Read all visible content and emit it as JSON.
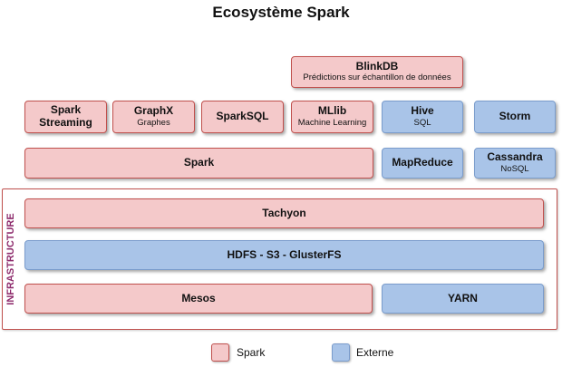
{
  "title": "Ecosystème Spark",
  "colors": {
    "spark": "#f4c9ca",
    "spark_border": "#c0504d",
    "externe": "#a9c4e8",
    "externe_border": "#7a9ccc",
    "infra_label": "#8e2c6d"
  },
  "nodes": {
    "blinkdb": {
      "name": "BlinkDB",
      "desc": "Prédictions sur échantillon de données",
      "kind": "spark"
    },
    "spark_streaming": {
      "name": "Spark\nStreaming",
      "kind": "spark"
    },
    "graphx": {
      "name": "GraphX",
      "desc": "Graphes",
      "kind": "spark"
    },
    "sparksql": {
      "name": "SparkSQL",
      "kind": "spark"
    },
    "mllib": {
      "name": "MLlib",
      "desc": "Machine Learning",
      "kind": "spark"
    },
    "hive": {
      "name": "Hive",
      "desc": "SQL",
      "kind": "externe"
    },
    "storm": {
      "name": "Storm",
      "kind": "externe"
    },
    "spark": {
      "name": "Spark",
      "kind": "spark"
    },
    "mapreduce": {
      "name": "MapReduce",
      "kind": "externe"
    },
    "cassandra": {
      "name": "Cassandra",
      "desc": "NoSQL",
      "kind": "externe"
    },
    "tachyon": {
      "name": "Tachyon",
      "kind": "spark"
    },
    "hdfs": {
      "name": "HDFS - S3 - GlusterFS",
      "kind": "externe"
    },
    "mesos": {
      "name": "Mesos",
      "kind": "spark"
    },
    "yarn": {
      "name": "YARN",
      "kind": "externe"
    }
  },
  "infrastructure_label": "INFRASTRUCTURE",
  "legend": [
    {
      "label": "Spark",
      "kind": "spark"
    },
    {
      "label": "Externe",
      "kind": "externe"
    }
  ]
}
